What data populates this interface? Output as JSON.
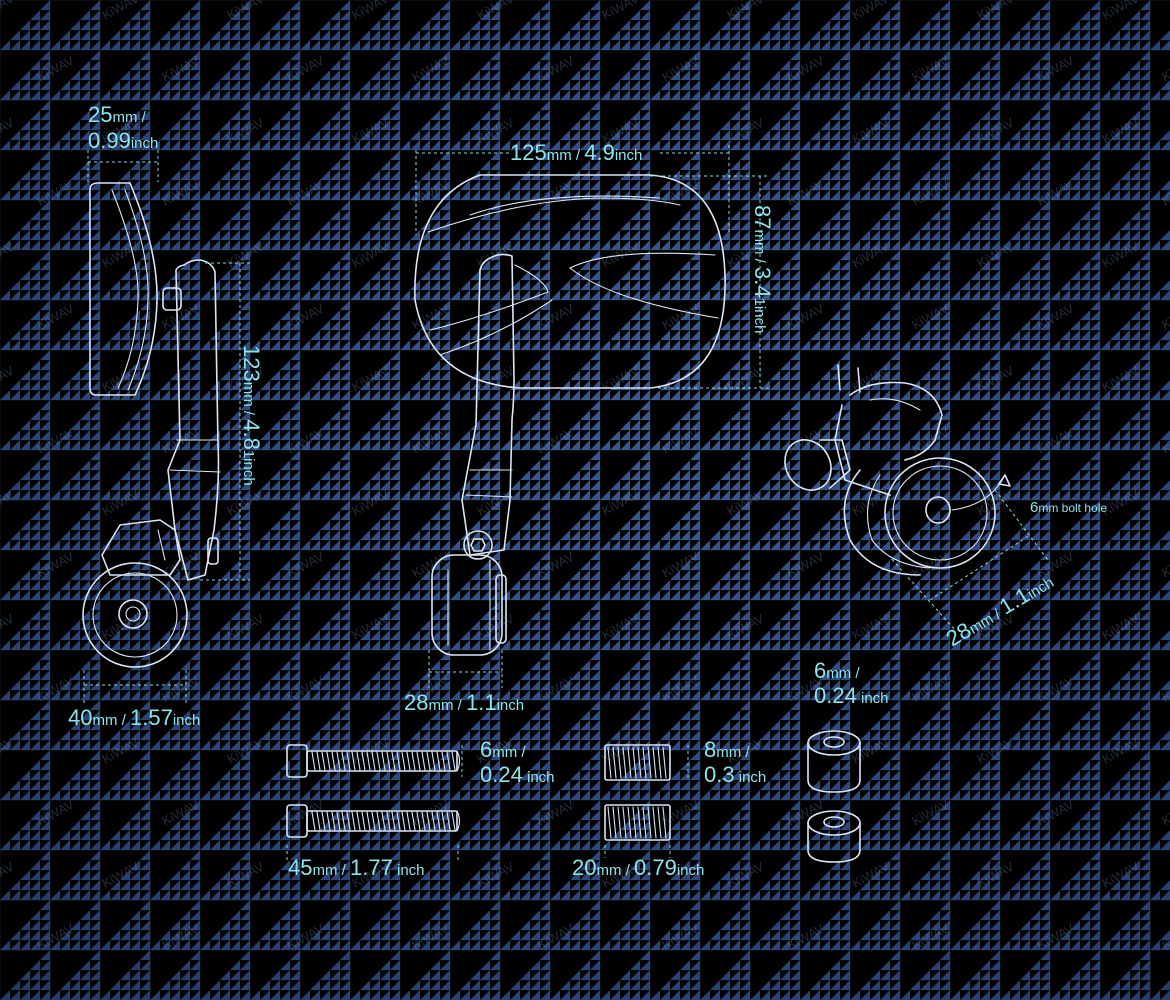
{
  "watermark": "KiWAV",
  "colors": {
    "background": "#2f4a80",
    "line": "#dbe6f5",
    "label": "#8fe3ea",
    "dimension": "#8fd2e0"
  },
  "labels": {
    "side_depth": {
      "line1_num": "25",
      "line1_unit": "mm /",
      "line2_num": "0.99",
      "line2_unit": "inch"
    },
    "side_height": {
      "num1": "123",
      "unit1": "mm / ",
      "num2": "4.8",
      "unit2": "1inch"
    },
    "side_width": {
      "num1": "40",
      "unit1": "mm / ",
      "num2": "1.57",
      "unit2": "inch"
    },
    "front_width": {
      "num1": "125",
      "unit1": "mm / ",
      "num2": "4.9",
      "unit2": "inch"
    },
    "front_height": {
      "num1": "87",
      "unit1": "mm / ",
      "num2": "3.4",
      "unit2": "1inch"
    },
    "front_clamp": {
      "num1": "28",
      "unit1": "mm / ",
      "num2": "1.1",
      "unit2": "inch"
    },
    "clamp_diameter": {
      "num1": "28",
      "unit1": "mm / ",
      "num2": "1.1",
      "unit2": "inch"
    },
    "bolt_hole": {
      "num": "6",
      "unit": "mm bolt hole"
    },
    "bolt_diameter": {
      "line1_num": "6",
      "line1_unit": "mm /",
      "line2_num": "0.24",
      "line2_unit": " inch"
    },
    "bolt_length": {
      "num1": "45",
      "unit1": "mm / ",
      "num2": "1.77",
      "unit2": " inch"
    },
    "screw_diameter": {
      "line1_num": "8",
      "line1_unit": "mm /",
      "line2_num": "0.3",
      "line2_unit": " inch"
    },
    "screw_length": {
      "num1": "20",
      "unit1": "mm / ",
      "num2": "0.79",
      "unit2": "inch"
    },
    "spacer_diameter": {
      "line1_num": "6",
      "line1_unit": "mm /",
      "line2_num": "0.24",
      "line2_unit": " inch"
    }
  }
}
